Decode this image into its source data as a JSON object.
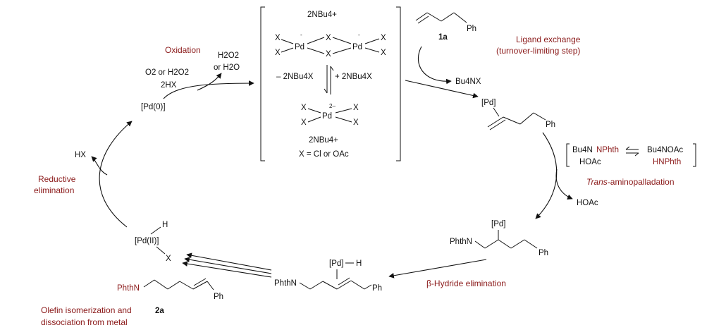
{
  "colors": {
    "label_red": "#8b1a1a",
    "ink": "#111111"
  },
  "complex": {
    "counterion_top": "2NBu4+",
    "dimer_atoms": {
      "pd": "Pd",
      "x": "X",
      "charge": "-"
    },
    "eq_left": "– 2NBu4X",
    "eq_right": "+ 2NBu4X",
    "monomer_charge": "2–",
    "counterion_bottom": "2NBu4+",
    "x_def": "X = Cl or OAc"
  },
  "substrate": {
    "ph": "Ph",
    "label": "1a"
  },
  "ligand_exchange": {
    "line1": "Ligand exchange",
    "line2": "(turnover-limiting step)",
    "byproduct": "Bu4NX"
  },
  "pd_alkene": {
    "pd": "[Pd]",
    "ph": "Ph"
  },
  "reagent_box": {
    "left_line1_a": "Bu4N",
    "left_line1_b": "NPhth",
    "left_line2": "HOAc",
    "right_line1": "Bu4NOAc",
    "right_line2": "HNPhth"
  },
  "aminopalladation": {
    "label_italic": "Trans",
    "label_rest": "-aminopalladation",
    "byproduct": "HOAc"
  },
  "alkyl_pd": {
    "pd": "[Pd]",
    "n": "PhthN",
    "ph": "Ph"
  },
  "beta_hydride": {
    "label": "β-Hydride elimination"
  },
  "pd_hydride_alkene": {
    "pd": "[Pd]",
    "h": "H",
    "n": "PhthN",
    "ph": "Ph"
  },
  "pd_ii_hydride": {
    "pd": "[Pd(II)]",
    "h": "H",
    "x": "X"
  },
  "product": {
    "n": "PhthN",
    "ph": "Ph",
    "label": "2a"
  },
  "isomerization": {
    "line1": "Olefin isomerization and",
    "line2": "dissociation from metal"
  },
  "reductive": {
    "line1": "Reductive",
    "line2": "elimination",
    "byproduct": "HX"
  },
  "pd0": {
    "label": "[Pd(0)]"
  },
  "oxidation": {
    "label": "Oxidation",
    "reagent1": "O2 or H2O2",
    "reagent2": "2HX",
    "product1": "H2O2",
    "product2": "or H2O"
  }
}
